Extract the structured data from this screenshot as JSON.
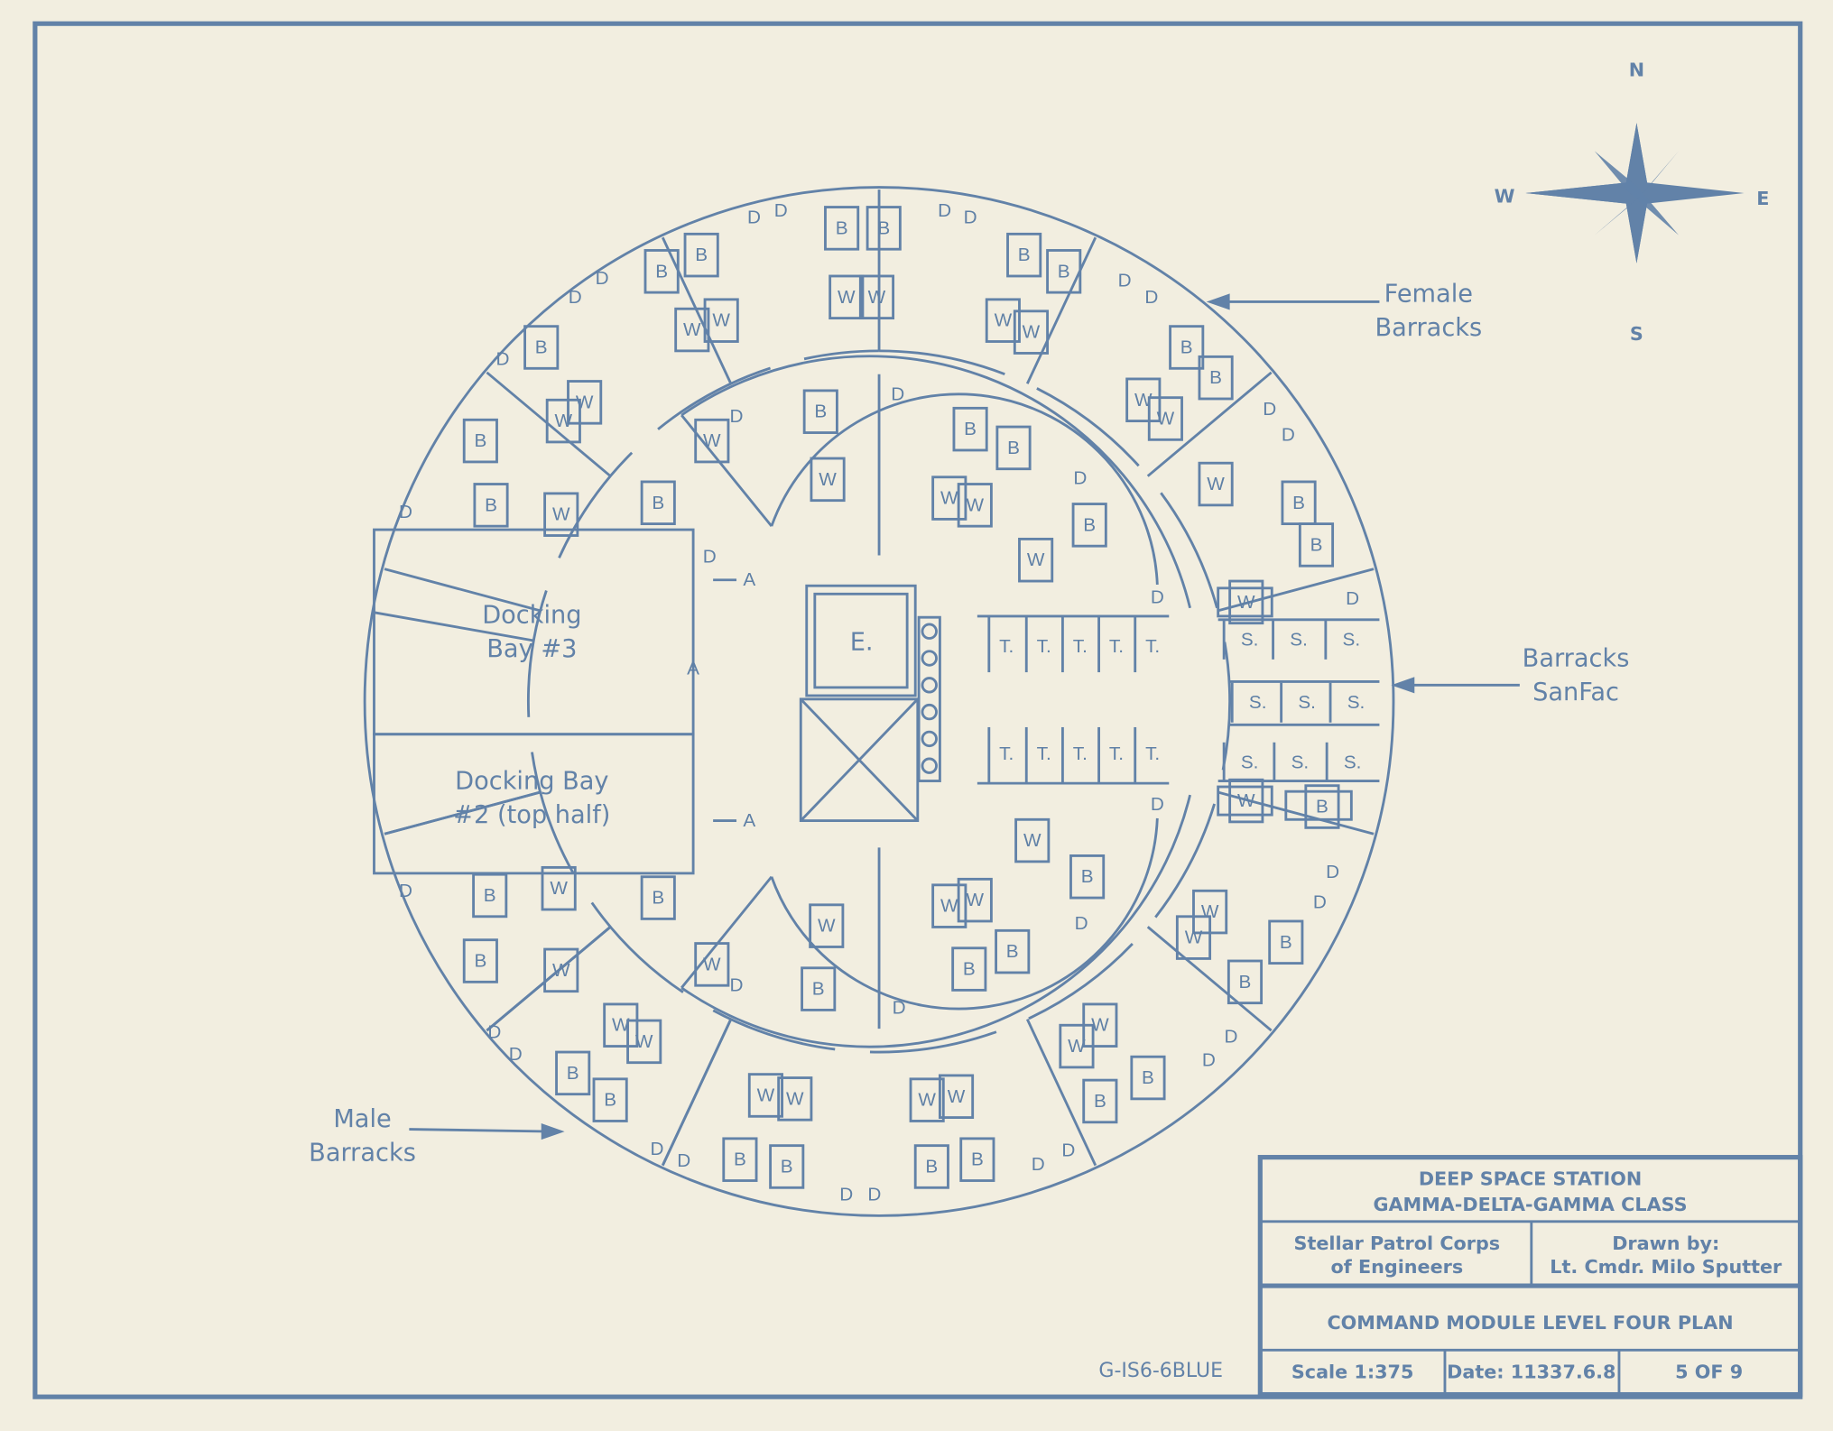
{
  "compass": {
    "n": "N",
    "s": "S",
    "e": "E",
    "w": "W"
  },
  "annotations": {
    "female_barracks": [
      "Female",
      "Barracks"
    ],
    "barracks_sanfac": [
      "Barracks",
      "SanFac"
    ],
    "male_barracks": [
      "Male",
      "Barracks"
    ]
  },
  "docking": {
    "bay3": [
      "Docking",
      "Bay #3"
    ],
    "bay2": [
      "Docking Bay",
      "#2 (top half)"
    ]
  },
  "elevator_label": "E.",
  "airlock_label": "A",
  "room_labels": [
    "D",
    "D",
    "B",
    "B",
    "W",
    "W",
    "D",
    "D",
    "B",
    "B",
    "W",
    "W",
    "D",
    "D",
    "B",
    "B",
    "W",
    "W",
    "D",
    "D",
    "B",
    "B",
    "W",
    "W",
    "D",
    "D",
    "W",
    "B",
    "B",
    "W",
    "D",
    "B",
    "W",
    "W",
    "D",
    "B",
    "D",
    "B",
    "W",
    "B",
    "W",
    "D",
    "B",
    "W",
    "D",
    "B",
    "B",
    "W",
    "W",
    "D",
    "B",
    "W",
    "D",
    "D",
    "D",
    "W",
    "B",
    "W",
    "W",
    "B",
    "B",
    "D",
    "D",
    "W",
    "B",
    "W",
    "D",
    "B",
    "D",
    "B",
    "W",
    "B",
    "W",
    "D",
    "D",
    "W",
    "W",
    "B",
    "B",
    "D",
    "D",
    "W",
    "W",
    "B",
    "B",
    "D",
    "D",
    "W",
    "W",
    "B",
    "B",
    "D",
    "D",
    "W",
    "W",
    "B",
    "B",
    "D",
    "D",
    "W",
    "W",
    "B",
    "B",
    "D",
    "D",
    "W",
    "B"
  ],
  "sanfac_labels": [
    "S.",
    "S.",
    "S.",
    "S.",
    "S.",
    "S.",
    "S.",
    "S.",
    "S."
  ],
  "toilet_labels": [
    "T.",
    "T.",
    "T.",
    "T.",
    "T.",
    "T.",
    "T.",
    "T.",
    "T.",
    "T."
  ],
  "sheet_code": "G-IS6-6BLUE",
  "title_block": {
    "station": "DEEP SPACE STATION",
    "class": "GAMMA-DELTA-GAMMA CLASS",
    "org_line1": "Stellar Patrol Corps",
    "org_line2": "of Engineers",
    "drawn_by_label": "Drawn by:",
    "drawn_by": "Lt. Cmdr. Milo Sputter",
    "plan_title": "COMMAND MODULE LEVEL FOUR PLAN",
    "scale": "Scale 1:375",
    "date": "Date: 11337.6.8",
    "sheet": "5 OF 9"
  },
  "colors": {
    "ink": "#6282a8",
    "paper": "#f2eee0"
  }
}
